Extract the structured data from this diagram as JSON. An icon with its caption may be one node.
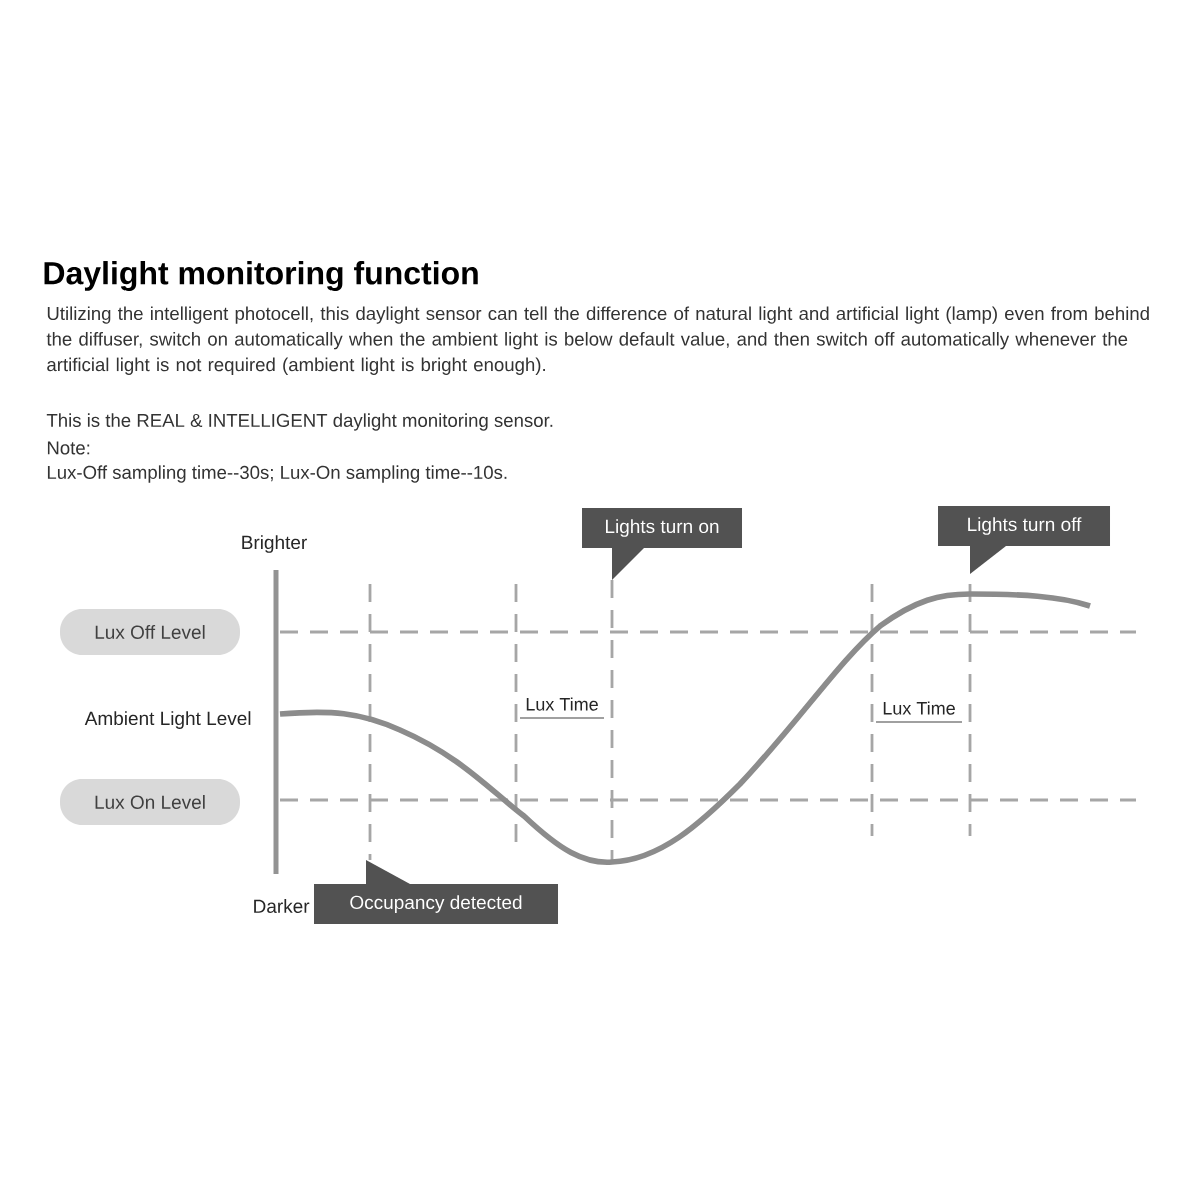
{
  "diagram": {
    "title": "Daylight monitoring function",
    "nodes": [
      {
        "text": [
          "Lux Off Level"
        ]
      },
      {
        "text": [
          "Lux On Level"
        ]
      },
      {
        "text": [
          "Lights turn on"
        ]
      },
      {
        "text": [
          "Lights turn off"
        ]
      },
      {
        "text": [
          "Occupancy detected"
        ]
      }
    ],
    "labels": [
      "Utilizing the intelligent photocell, this daylight sensor can tell the difference of natural light and artificial light (lamp) even from behind the diffuser, switch on automatically when the ambient light is below default value, and then switch off automatically whenever the artificial light is not required (ambient light is bright enough).",
      "This is the REAL & INTELLIGENT daylight monitoring sensor.",
      "Note:",
      "Lux-Off sampling time--30s; Lux-On sampling time--10s.",
      "Brighter",
      "Ambient Light Level",
      "Darker",
      "Lux Time",
      "Lux Time"
    ]
  }
}
